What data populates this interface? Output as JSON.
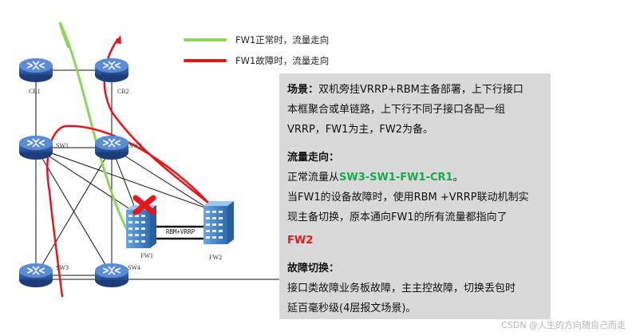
{
  "legend": {
    "normal": {
      "label": "FW1正常时，流量走向",
      "color": "#8fd55a"
    },
    "failure": {
      "label": "FW1故障时，流量走向",
      "color": "#e8151b"
    }
  },
  "nodes": {
    "cr1": "CR1",
    "cr2": "CR2",
    "sw1": "SW1",
    "sw2": "SW2",
    "sw3": "SW3",
    "sw4": "SW4",
    "fw1": "FW1",
    "fw2": "FW2"
  },
  "link_label": "RBM+VRRP",
  "info": {
    "scene_title": "场景：",
    "scene_text_1": "双机旁挂VRRP+RBM主备部署，上下行接口",
    "scene_text_2": "本框聚合或单链路，上下行不同子接口各配一组",
    "scene_text_3": "VRRP，FW1为主，FW2为备。",
    "flow_title": "流量走向：",
    "flow_normal_prefix": "正常流量从",
    "flow_normal_path": "SW3-SW1-FW1-CR1",
    "flow_normal_suffix": "。",
    "flow_fail_1": "当FW1的设备故障时，使用RBM +VRRP联动机制实",
    "flow_fail_2": "现主备切换，原本通向FW1的所有流量都指向了",
    "flow_fail_target": "FW2",
    "switch_title": "故障切换：",
    "switch_text_1": "接口类故障业务板故障，主主控故障，切换丢包时",
    "switch_text_2": "延百毫秒级(4层报文场景)。"
  },
  "watermark": "CSDN @人生的方向随自己而走",
  "colors": {
    "router": "#2f5aa8",
    "firewall": "#3b7fc4",
    "box_bg": "#d9d9d9",
    "flow_green": "#19a84c",
    "flow_red": "#e21a1a"
  }
}
